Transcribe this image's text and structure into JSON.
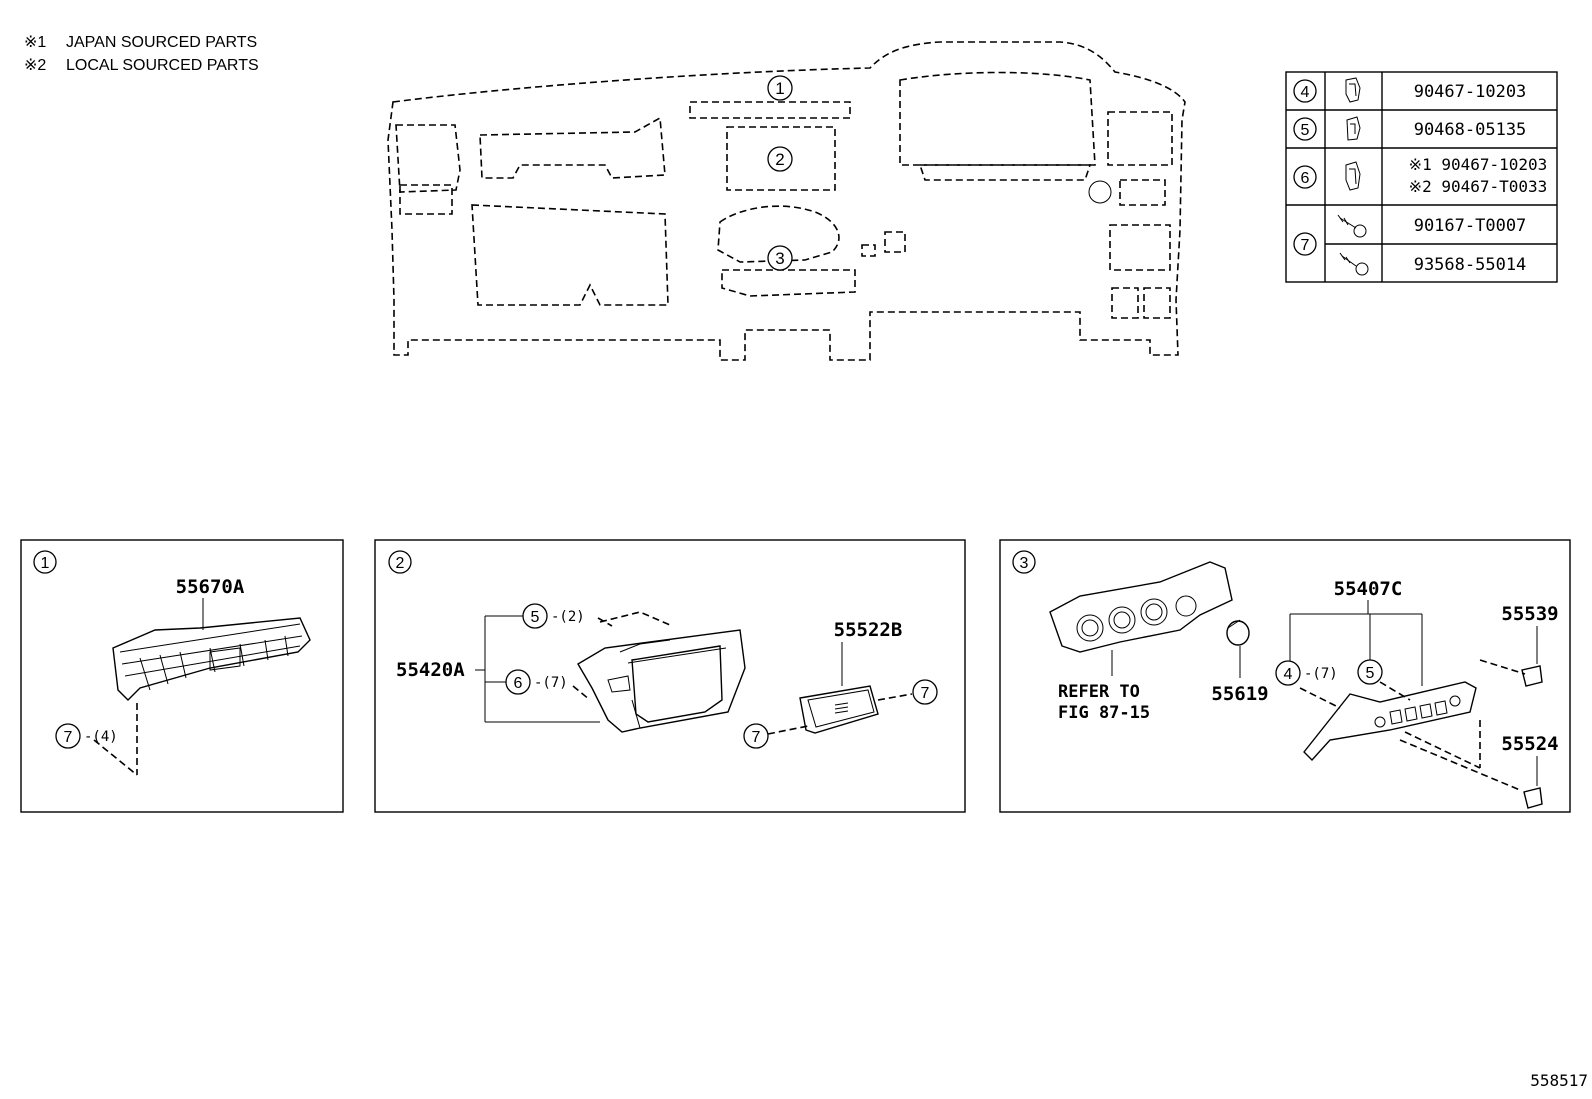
{
  "notes": [
    {
      "mark": "※1",
      "text": "JAPAN SOURCED PARTS"
    },
    {
      "mark": "※2",
      "text": "LOCAL SOURCED PARTS"
    }
  ],
  "overview_callouts": [
    "1",
    "2",
    "3"
  ],
  "parts_table": [
    {
      "ref": "4",
      "icon": "clip-icon",
      "numbers": [
        "90467-10203"
      ]
    },
    {
      "ref": "5",
      "icon": "clip-icon",
      "numbers": [
        "90468-05135"
      ]
    },
    {
      "ref": "6",
      "icon": "clip-icon",
      "numbers": [
        "※1 90467-10203",
        "※2 90467-T0033"
      ]
    },
    {
      "ref": "7",
      "icon": "screw-icon",
      "numbers": [
        "90167-T0007",
        "93568-55014"
      ]
    }
  ],
  "detail_1": {
    "callout": "1",
    "part": "55670A",
    "fastener": {
      "ref": "7",
      "qty": "-(4)"
    }
  },
  "detail_2": {
    "callout": "2",
    "part_main": "55420A",
    "fastener_5": {
      "ref": "5",
      "qty": "-(2)"
    },
    "fastener_6": {
      "ref": "6",
      "qty": "-(7)"
    },
    "part_switch": "55522B",
    "fastener_7a": "7",
    "fastener_7b": "7"
  },
  "detail_3": {
    "callout": "3",
    "refer_line1": "REFER TO",
    "refer_line2": "FIG 87-15",
    "knob": "55619",
    "panel": "55407C",
    "fastener_4": {
      "ref": "4",
      "qty": "-(7)"
    },
    "fastener_5": "5",
    "switch_a": "55539",
    "switch_b": "55524"
  },
  "figure_id": "558517"
}
